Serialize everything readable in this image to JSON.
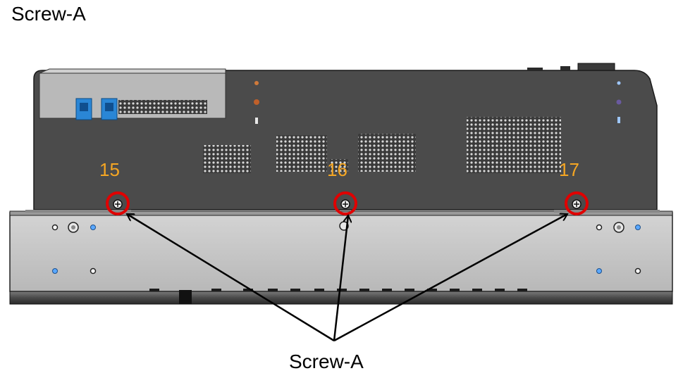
{
  "diagram": {
    "title": "Screw-A",
    "callout_label": "Screw-A",
    "screws": [
      {
        "number": "15"
      },
      {
        "number": "16"
      },
      {
        "number": "17"
      }
    ],
    "colors": {
      "callout_number": "#f5a623",
      "screw_highlight": "#e00000",
      "chassis_dark": "#4a4a4a",
      "panel_light": "#c8c8c8",
      "arrow": "#000000"
    }
  }
}
